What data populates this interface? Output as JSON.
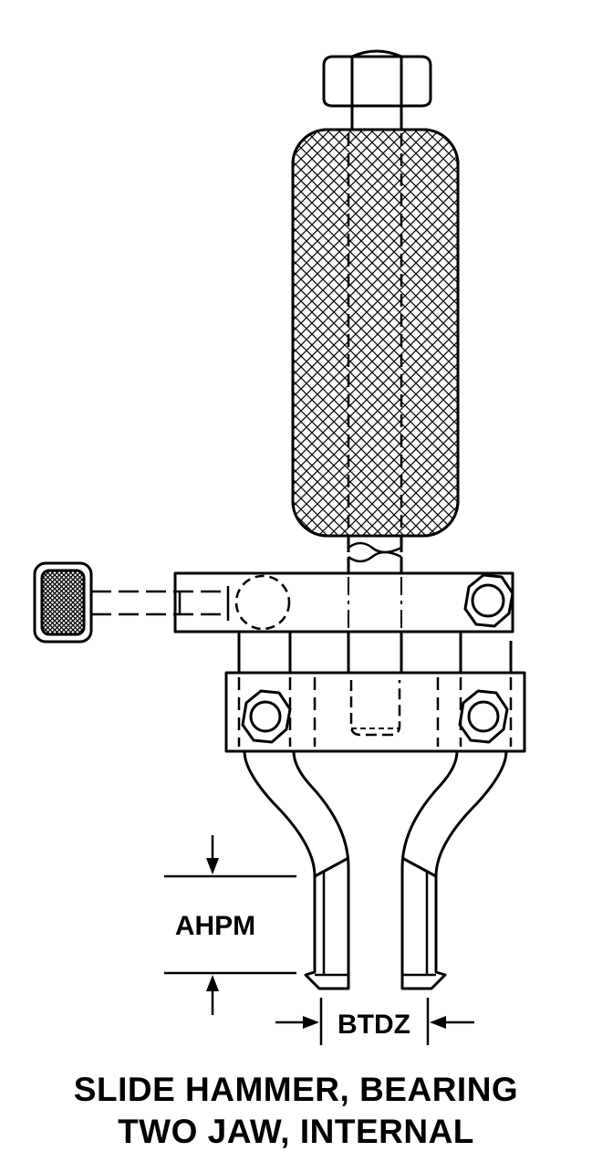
{
  "title": {
    "line1": "SLIDE HAMMER, BEARING",
    "line2": "TWO JAW, INTERNAL"
  },
  "dimensions": {
    "height_label": "AHPM",
    "width_label": "BTDZ"
  }
}
